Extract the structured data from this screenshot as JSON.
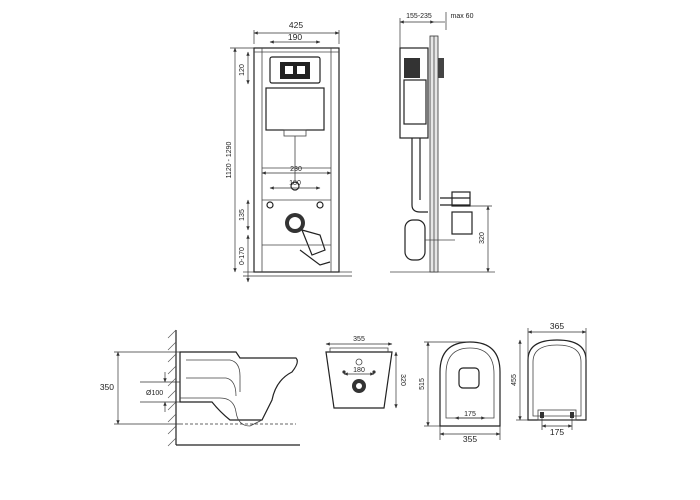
{
  "frame_front": {
    "width_total": "425",
    "width_plate": "190",
    "plate_height": "120",
    "height_range": "1120 - 1290",
    "width_inlet": "230",
    "width_bolts": "180",
    "outlet_height": "135",
    "foot_range": "0-170"
  },
  "frame_side": {
    "depth_range": "155-235",
    "max_wall": "max 60",
    "outlet_height": "320"
  },
  "bowl_side": {
    "height": "350",
    "pipe_diameter": "Ø100"
  },
  "bowl_back": {
    "width": "355",
    "height": "320",
    "bolt_spacing": "180"
  },
  "bowl_top": {
    "length": "515",
    "width": "355",
    "inner_width": "175"
  },
  "seat_top": {
    "width": "365",
    "length": "455",
    "hinge_spacing": "175"
  }
}
